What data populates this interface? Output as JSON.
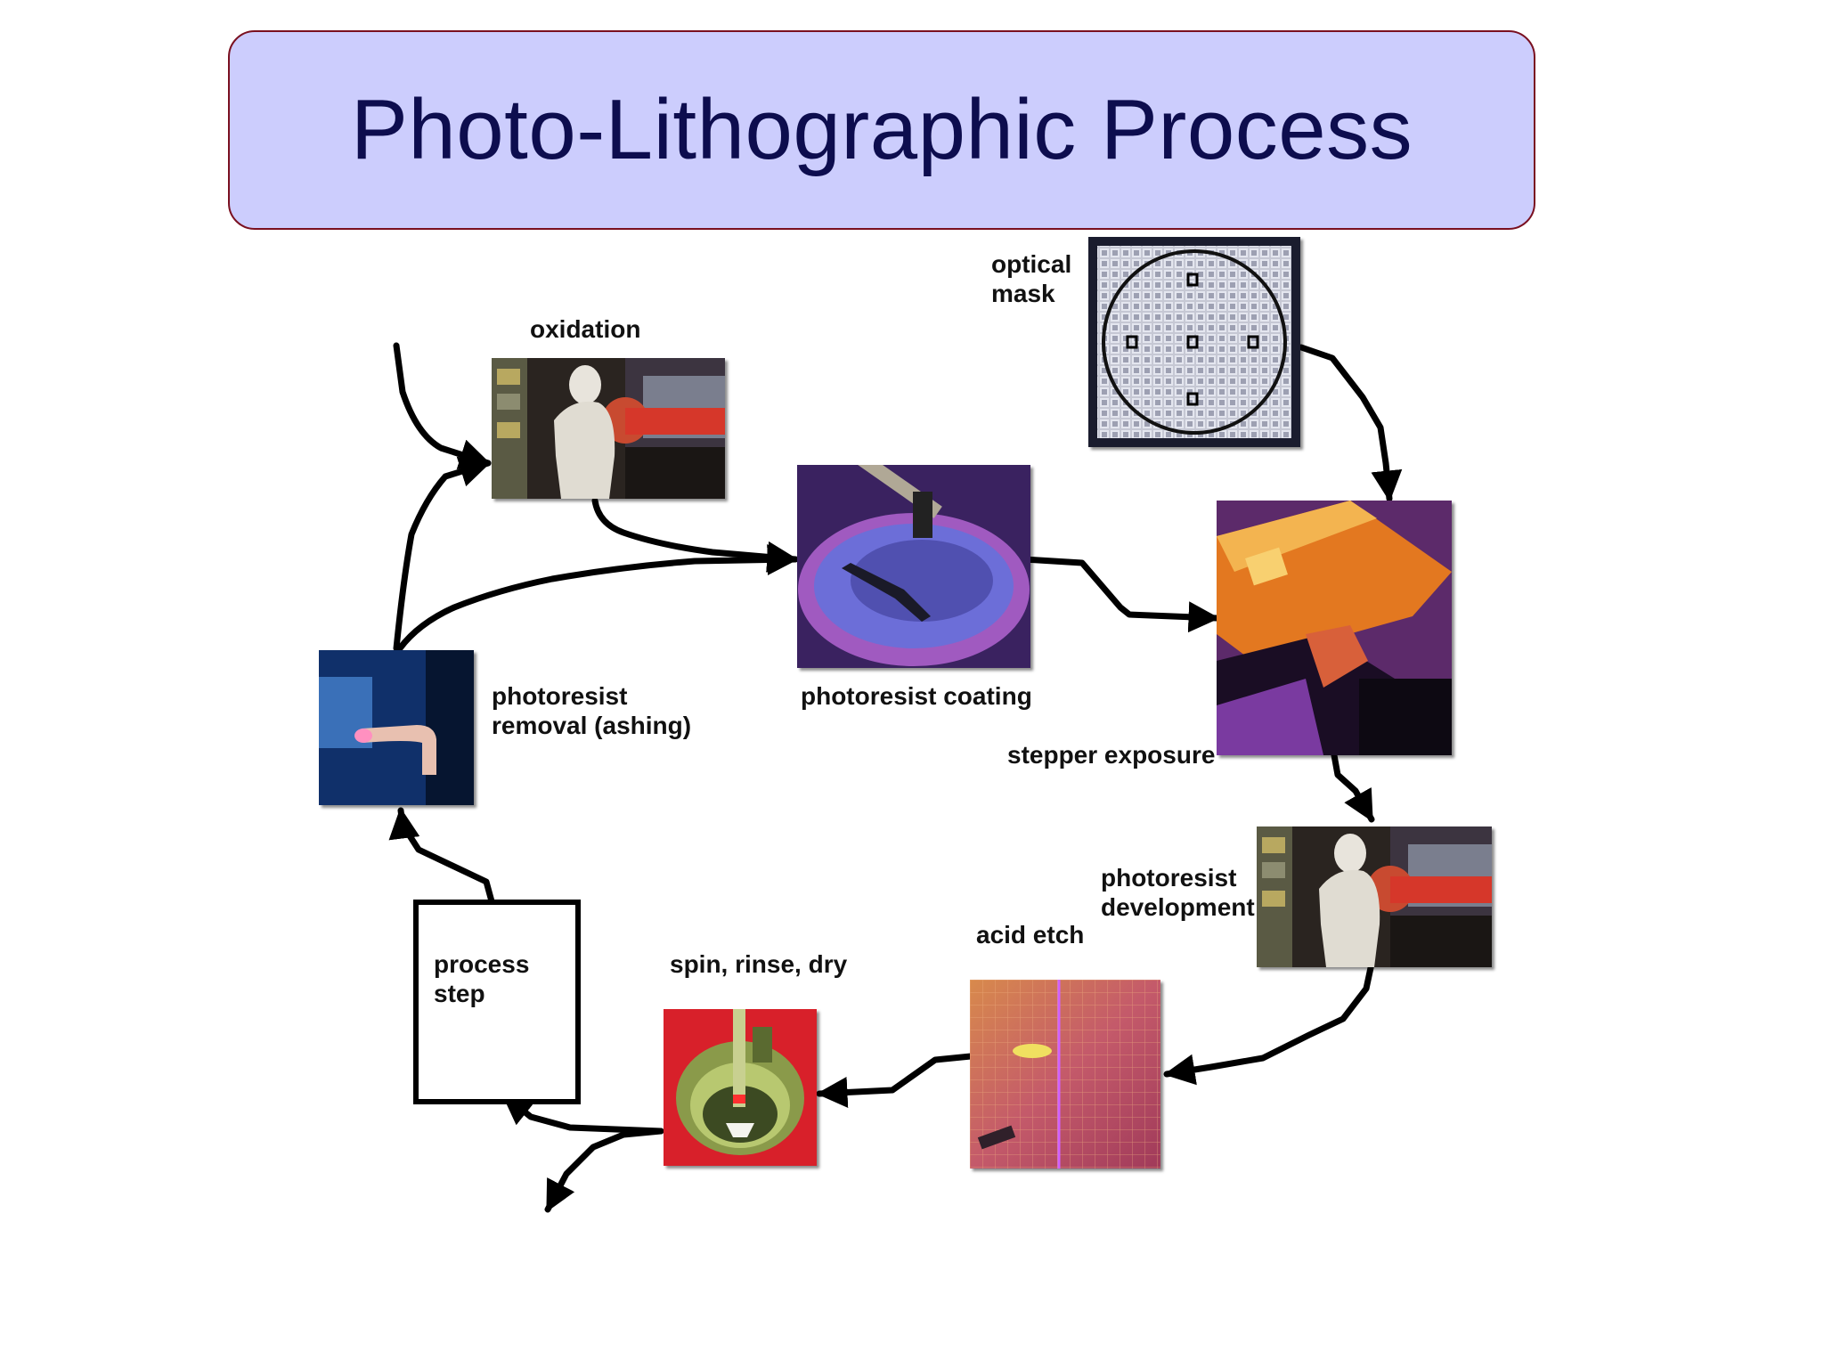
{
  "title": "Photo-Lithographic Process",
  "steps": {
    "oxidation": "oxidation",
    "optical_mask_line1": "optical",
    "optical_mask_line2": "mask",
    "photoresist_coating": "photoresist coating",
    "stepper_exposure": "stepper exposure",
    "photoresist_development_line1": "photoresist",
    "photoresist_development_line2": "development",
    "acid_etch": "acid etch",
    "spin_rinse_dry": "spin, rinse, dry",
    "process_step_line1": "process",
    "process_step_line2": "step",
    "photoresist_removal_line1": "photoresist",
    "photoresist_removal_line2": "removal (ashing)"
  },
  "colors": {
    "title_background": "#cccdfd",
    "title_border": "#7a1020",
    "title_text": "#0d0d4e",
    "arrow": "#000000"
  }
}
